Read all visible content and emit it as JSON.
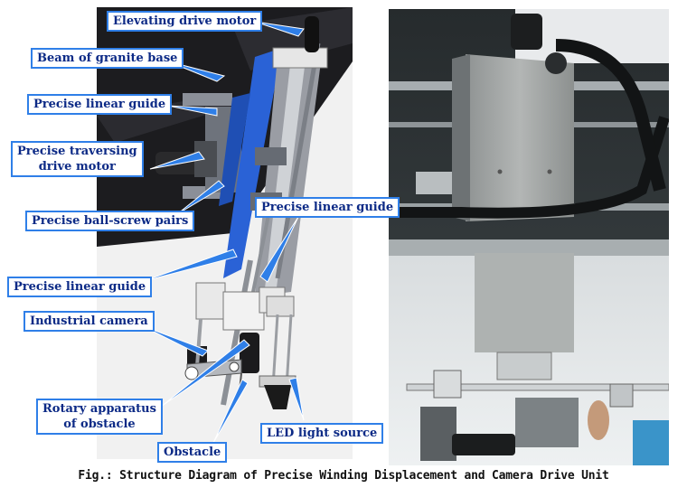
{
  "labels": {
    "elevating_drive_motor": "Elevating drive motor",
    "beam_of_granite_base": "Beam of granite base",
    "precise_linear_guide_top": "Precise linear guide",
    "precise_traversing_drive_motor_line1": "Precise traversing",
    "precise_traversing_drive_motor_line2": "drive motor",
    "precise_ball_screw_pairs": "Precise ball-screw pairs",
    "precise_linear_guide_right": "Precise linear guide",
    "precise_linear_guide_left": "Precise linear guide",
    "industrial_camera": "Industrial camera",
    "rotary_apparatus_line1": "Rotary apparatus",
    "rotary_apparatus_line2": "of obstacle",
    "obstacle": "Obstacle",
    "led_light_source": "LED light source"
  },
  "caption": "Fig.: Structure Diagram of Precise Winding Displacement and Camera Drive Unit",
  "colors": {
    "label_border": "#2f7fe8",
    "label_text": "#0c2a86",
    "arrow": "#2f7fe8",
    "beam_blue": "#2a62d6"
  }
}
